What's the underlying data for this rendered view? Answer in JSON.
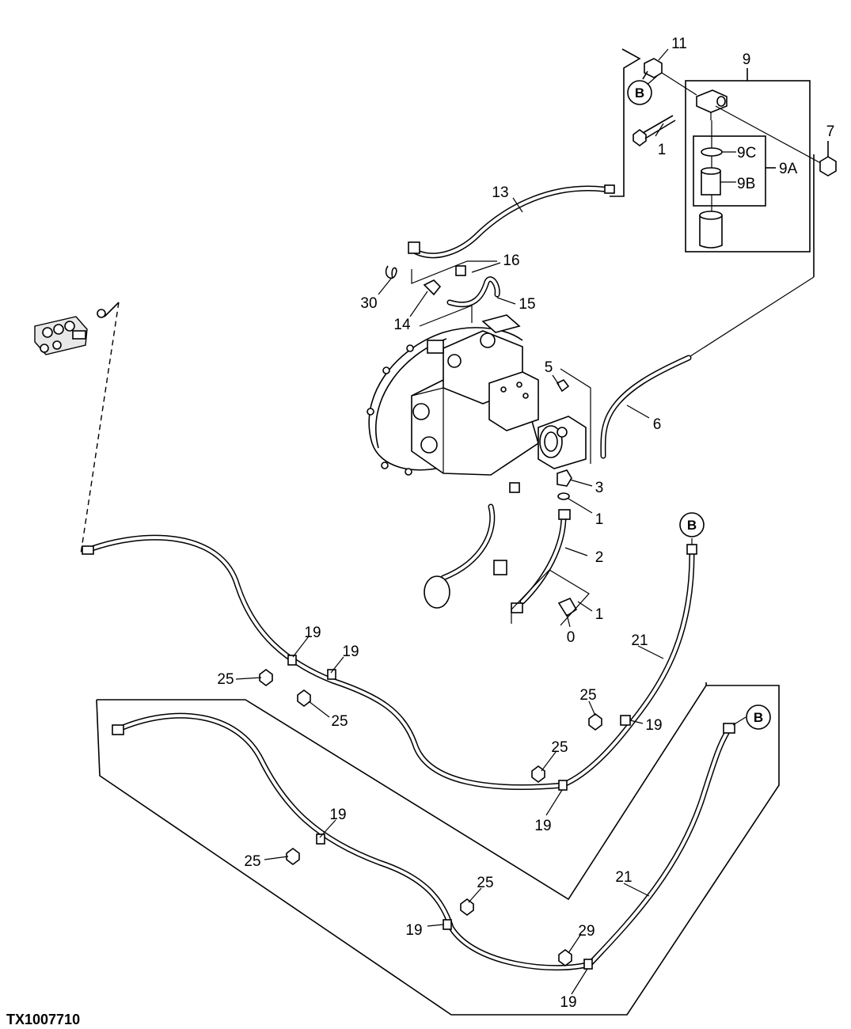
{
  "figure_id": "TX1007710",
  "circle_labels": {
    "b1": "B",
    "b2": "B",
    "b3": "B"
  },
  "callouts": {
    "c11": "11",
    "c9": "9",
    "c7": "7",
    "c1a": "1",
    "c9c": "9C",
    "c9a": "9A",
    "c9b": "9B",
    "c13": "13",
    "c16": "16",
    "c30": "30",
    "c15": "15",
    "c14": "14",
    "c5": "5",
    "c6": "6",
    "c3": "3",
    "c1b": "1",
    "c2": "2",
    "c1c": "1",
    "c0": "0",
    "c21a": "21",
    "c19a": "19",
    "c19b": "19",
    "c25a": "25",
    "c25b": "25",
    "c25c": "25",
    "c19c": "19",
    "c25d": "25",
    "c19d": "19",
    "c19e": "19",
    "c25e": "25",
    "c25f": "25",
    "c19f": "19",
    "c21b": "21",
    "c29": "29",
    "c19g": "19"
  }
}
